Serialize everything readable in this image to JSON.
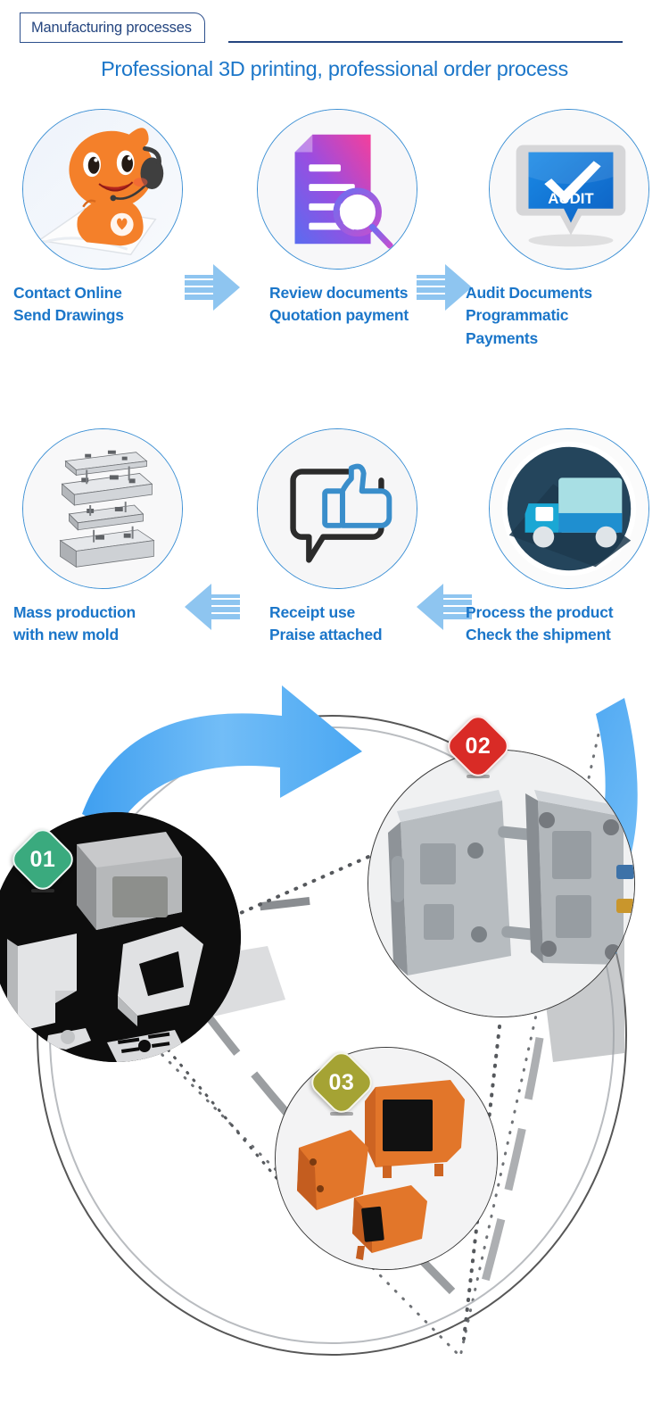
{
  "header": {
    "tab_label": "Manufacturing processes",
    "title": "Professional 3D printing, professional order process",
    "tab_border_color": "#24457f",
    "title_color": "#1b76c9"
  },
  "process": {
    "caption_color": "#1b76c9",
    "circle_border_color": "#3b8fd4",
    "arrow_color": "#8ec5f0",
    "steps": [
      {
        "id": "step-1",
        "icon": "customer-service-mascot-icon",
        "line1": "Contact Online",
        "line2": "Send Drawings",
        "line3": ""
      },
      {
        "id": "step-2",
        "icon": "document-review-icon",
        "line1": "Review documents",
        "line2": "Quotation payment",
        "line3": ""
      },
      {
        "id": "step-3",
        "icon": "audit-approved-icon",
        "line1": "Audit Documents",
        "line2": "Programmatic",
        "line3": "Payments"
      },
      {
        "id": "step-4",
        "icon": "exploded-mold-assembly-icon",
        "line1": "Mass production",
        "line2": "with new mold",
        "line3": ""
      },
      {
        "id": "step-5",
        "icon": "thumbs-up-review-icon",
        "line1": "Receipt use",
        "line2": "Praise attached",
        "line3": ""
      },
      {
        "id": "step-6",
        "icon": "delivery-truck-icon",
        "line1": "Process the product",
        "line2": "Check the shipment",
        "line3": ""
      }
    ],
    "audit_badge_text": "AUDIT"
  },
  "diagram": {
    "curve_arrow_color": "#62b0f0",
    "nodes": [
      {
        "number": "01",
        "color": "#3aaa7e",
        "name": "prototype-parts-photo"
      },
      {
        "number": "02",
        "color": "#d92b26",
        "name": "steel-mold-photo"
      },
      {
        "number": "03",
        "color": "#a5a334",
        "name": "molded-orange-parts-photo"
      }
    ]
  }
}
